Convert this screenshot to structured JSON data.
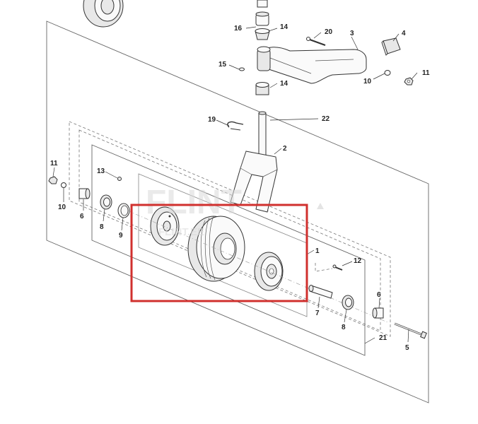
{
  "diagram": {
    "callouts": {
      "p1": "1",
      "p2": "2",
      "p3": "3",
      "p4": "4",
      "p5": "5",
      "p6a": "6",
      "p6b": "6",
      "p7": "7",
      "p8a": "8",
      "p8b": "8",
      "p9": "9",
      "p10a": "10",
      "p10b": "10",
      "p11a": "11",
      "p11b": "11",
      "p12": "12",
      "p13": "13",
      "p14a": "14",
      "p14b": "14",
      "p15": "15",
      "p16": "16",
      "p19": "19",
      "p20": "20",
      "p21": "21",
      "p22": "22"
    },
    "watermark": {
      "logo": "FLINT",
      "site": "FLINT.EE"
    },
    "highlight_color": "#d0302e",
    "line_color": "#333333"
  }
}
